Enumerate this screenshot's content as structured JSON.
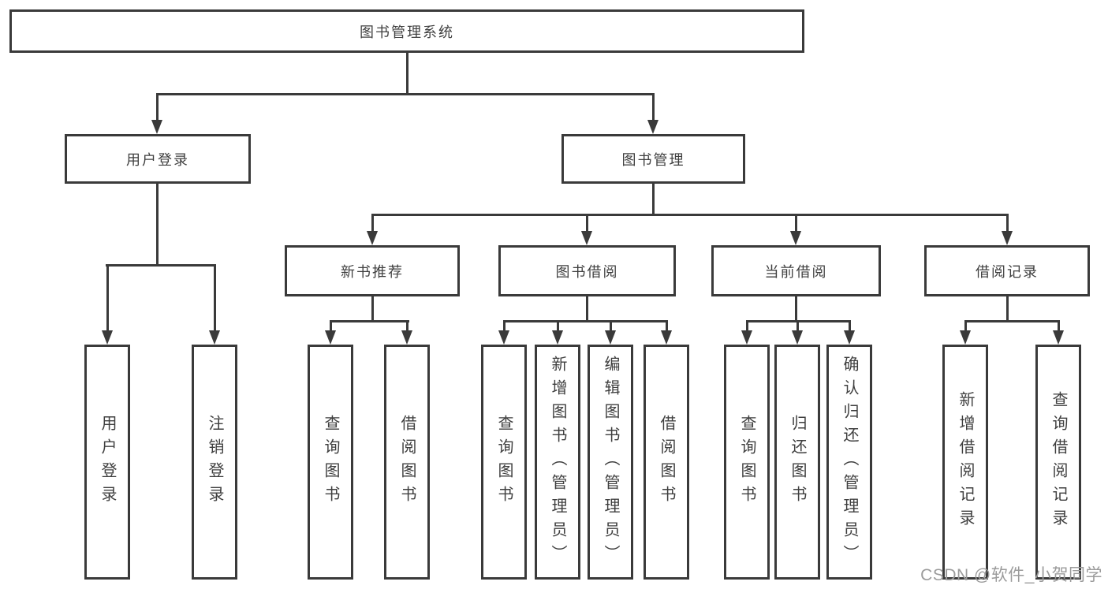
{
  "diagram_title": "图书管理系统",
  "tree": {
    "root": {
      "label": "图书管理系统"
    },
    "level2": [
      {
        "label": "用户登录"
      },
      {
        "label": "图书管理"
      }
    ],
    "level3": [
      {
        "label": "新书推荐"
      },
      {
        "label": "图书借阅"
      },
      {
        "label": "当前借阅"
      },
      {
        "label": "借阅记录"
      }
    ],
    "leaves": [
      {
        "label": "用户登录"
      },
      {
        "label": "注销登录"
      },
      {
        "label": "查询图书"
      },
      {
        "label": "借阅图书"
      },
      {
        "label": "查询图书"
      },
      {
        "label": "新增图书（管理员）"
      },
      {
        "label": "编辑图书（管理员）"
      },
      {
        "label": "借阅图书"
      },
      {
        "label": "查询图书"
      },
      {
        "label": "归还图书"
      },
      {
        "label": "确认归还（管理员）"
      },
      {
        "label": "新增借阅记录"
      },
      {
        "label": "查询借阅记录"
      }
    ]
  },
  "watermark": {
    "text": "CSDN @软件_小贺同学"
  },
  "colors": {
    "line": "#3a3a3a",
    "text": "#3f3f3f",
    "watermark": "#9b9b9b",
    "background": "#ffffff"
  }
}
